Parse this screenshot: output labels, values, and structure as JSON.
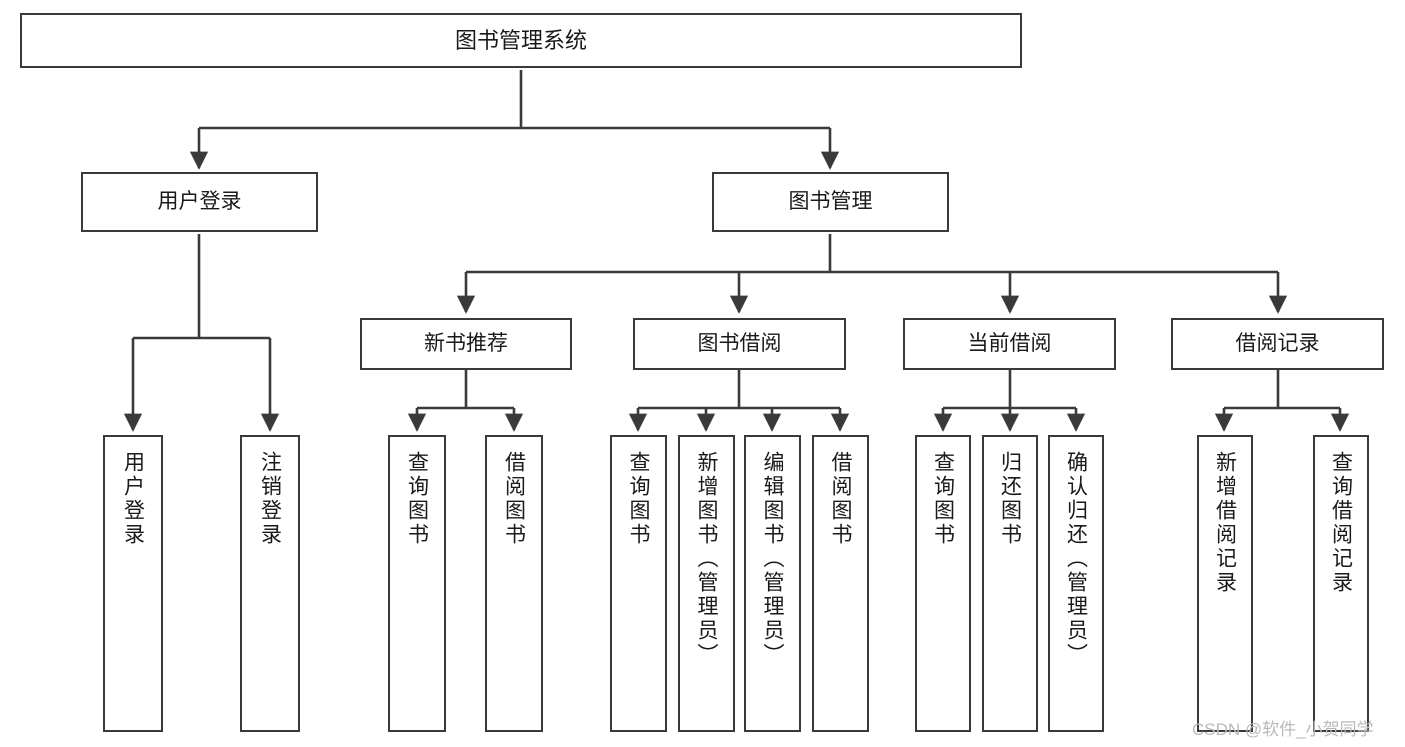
{
  "diagram": {
    "title": "图书管理系统",
    "watermark": "CSDN @软件_小贺同学",
    "colors": {
      "box_border": "#3a3a3a",
      "box_fill": "#ffffff",
      "edge": "#3a3a3a",
      "text": "#1a1a1a",
      "watermark": "#b9b9b9",
      "background": "#ffffff"
    },
    "nodes": {
      "root": {
        "label": "图书管理系统"
      },
      "level1": [
        {
          "label": "用户登录"
        },
        {
          "label": "图书管理"
        }
      ],
      "level2": [
        {
          "label": "新书推荐"
        },
        {
          "label": "图书借阅"
        },
        {
          "label": "当前借阅"
        },
        {
          "label": "借阅记录"
        }
      ],
      "leaves": {
        "user_login": [
          {
            "label": "用户登录"
          },
          {
            "label": "注销登录"
          }
        ],
        "new_book_recommend": [
          {
            "label": "查询图书"
          },
          {
            "label": "借阅图书"
          }
        ],
        "book_borrow": [
          {
            "label": "查询图书"
          },
          {
            "label": "新增图书（管理员）"
          },
          {
            "label": "编辑图书（管理员）"
          },
          {
            "label": "借阅图书"
          }
        ],
        "current_borrow": [
          {
            "label": "查询图书"
          },
          {
            "label": "归还图书"
          },
          {
            "label": "确认归还（管理员）"
          }
        ],
        "borrow_record": [
          {
            "label": "新增借阅记录"
          },
          {
            "label": "查询借阅记录"
          }
        ]
      }
    }
  }
}
